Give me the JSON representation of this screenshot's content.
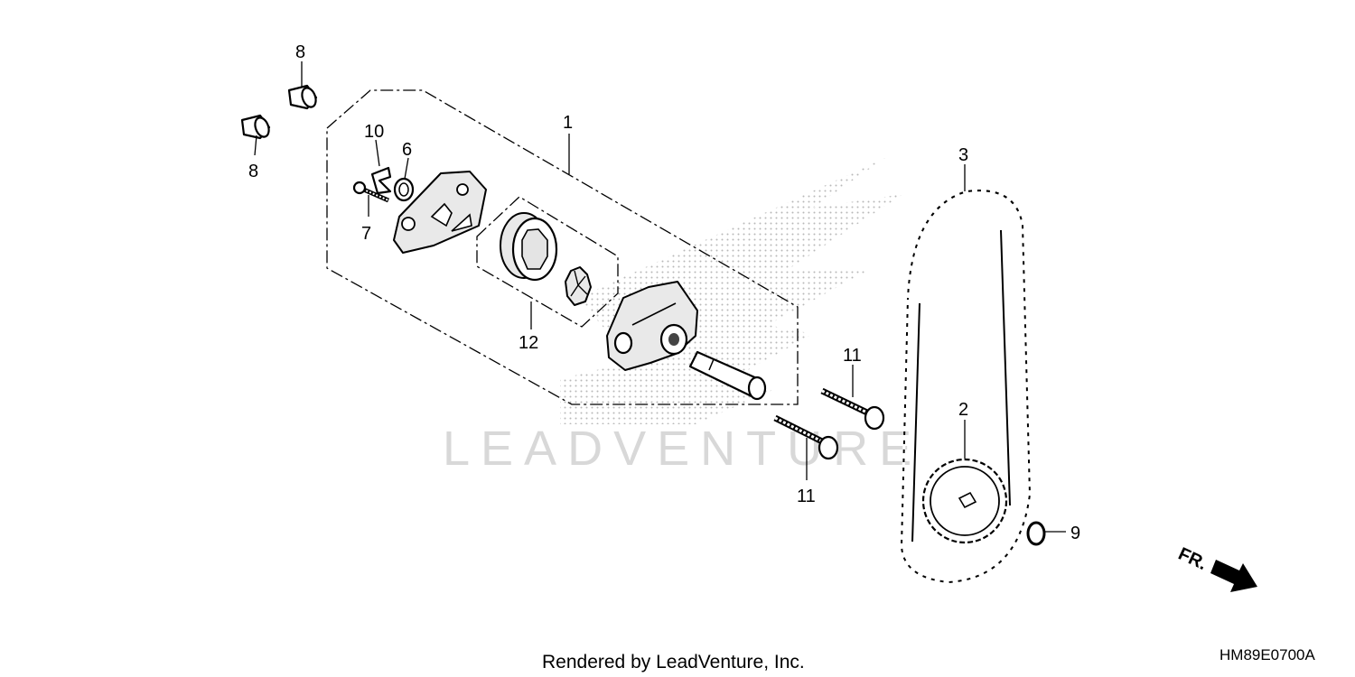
{
  "diagram": {
    "code": "HM89E0700A",
    "footer": "Rendered by LeadVenture, Inc.",
    "watermark": "LEADVENTURE",
    "direction_label": "FR.",
    "callouts": [
      {
        "id": "1",
        "label": "1"
      },
      {
        "id": "2",
        "label": "2"
      },
      {
        "id": "3",
        "label": "3"
      },
      {
        "id": "6",
        "label": "6"
      },
      {
        "id": "7",
        "label": "7"
      },
      {
        "id": "8a",
        "label": "8"
      },
      {
        "id": "8b",
        "label": "8"
      },
      {
        "id": "9",
        "label": "9"
      },
      {
        "id": "10",
        "label": "10"
      },
      {
        "id": "11a",
        "label": "11"
      },
      {
        "id": "11b",
        "label": "11"
      },
      {
        "id": "12",
        "label": "12"
      }
    ]
  }
}
